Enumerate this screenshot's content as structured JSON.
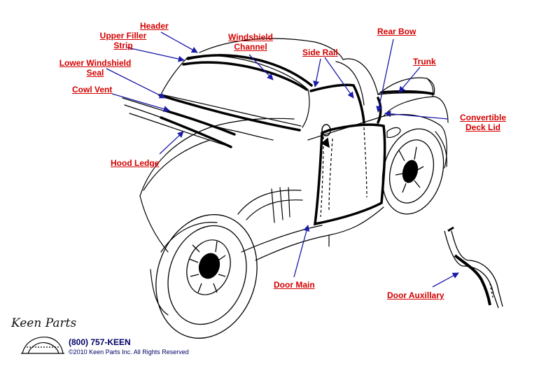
{
  "labels": {
    "header": "Header",
    "upper_filler_strip_line1": "Upper Filler",
    "upper_filler_strip_line2": "Strip",
    "windshield_channel_line1": "Windshield",
    "windshield_channel_line2": "Channel",
    "side_rail": "Side Rail",
    "rear_bow": "Rear Bow",
    "trunk": "Trunk",
    "lower_windshield_seal_line1": "Lower Windshield",
    "lower_windshield_seal_line2": "Seal",
    "cowl_vent": "Cowl Vent",
    "convertible_deck_lid_line1": "Convertible",
    "convertible_deck_lid_line2": "Deck Lid",
    "hood_ledge": "Hood Ledge",
    "door_main": "Door Main",
    "door_auxillary": "Door Auxillary"
  },
  "footer": {
    "logo": "Keen Parts",
    "phone": "(800) 757-KEEN",
    "copyright": "©2010 Keen Parts Inc. All Rights Reserved"
  },
  "colors": {
    "label": "#d40000",
    "arrow": "#1a1aa8",
    "line": "#000000",
    "footer": "#000066"
  }
}
